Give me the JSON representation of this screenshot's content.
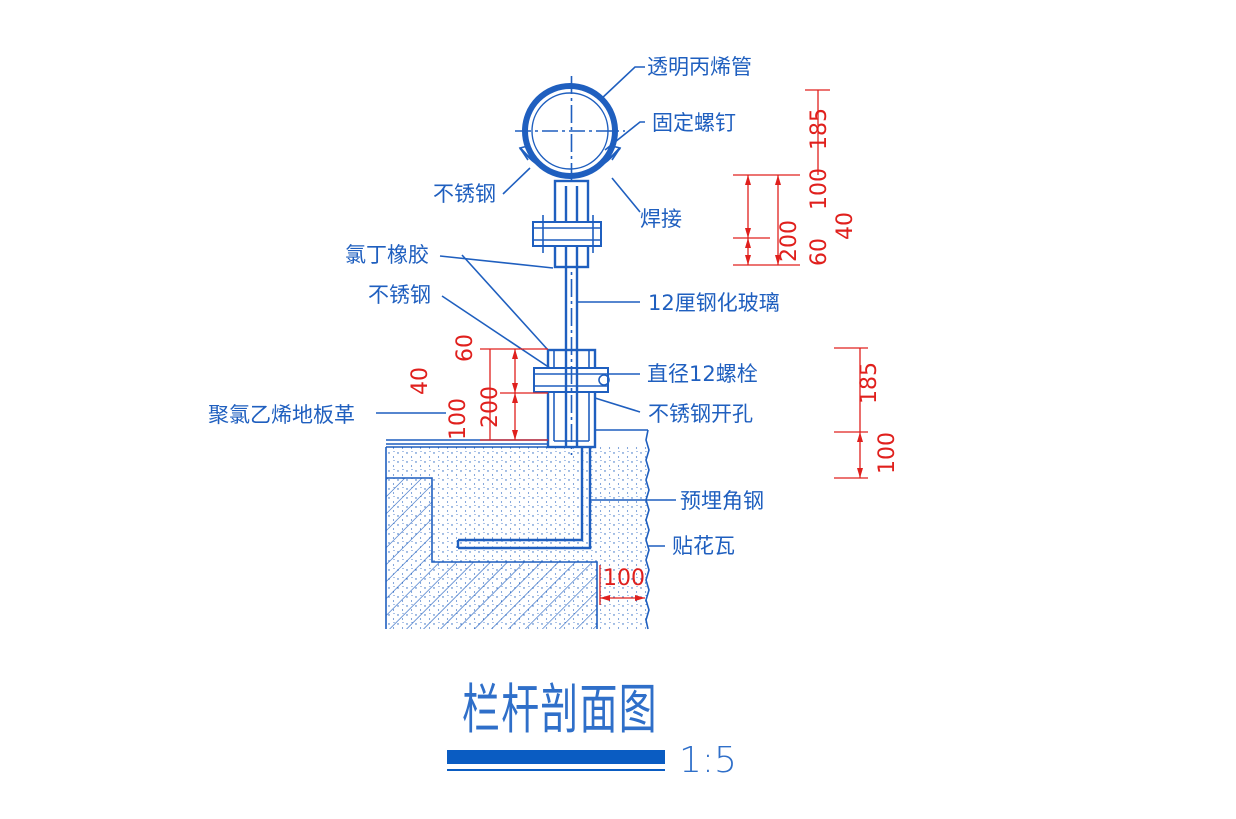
{
  "labels": {
    "acrylic_tube": "透明丙烯管",
    "fixing_screw": "固定螺钉",
    "stainless_steel_top": "不锈钢",
    "weld": "焊接",
    "neoprene": "氯丁橡胶",
    "stainless_steel_mid": "不锈钢",
    "tempered_glass": "12厘钢化玻璃",
    "bolt": "直径12螺栓",
    "stainless_hole": "不锈钢开孔",
    "pvc_floor": "聚氯乙烯地板革",
    "embedded_angle": "预埋角钢",
    "tile": "贴花瓦"
  },
  "dimensions": {
    "top_185": "185",
    "top_100": "100",
    "top_200": "200",
    "top_40": "40",
    "top_60": "60",
    "left_60": "60",
    "left_40": "40",
    "left_200": "200",
    "left_100": "100",
    "right_185": "185",
    "right_100": "100",
    "bottom_100": "100"
  },
  "title": "栏杆剖面图",
  "scale": "1:5",
  "colors": {
    "line": "#1f5fbf",
    "dimension": "#e0201d",
    "title": "#2f6fc9",
    "scale_bar": "#0a5cc2"
  }
}
